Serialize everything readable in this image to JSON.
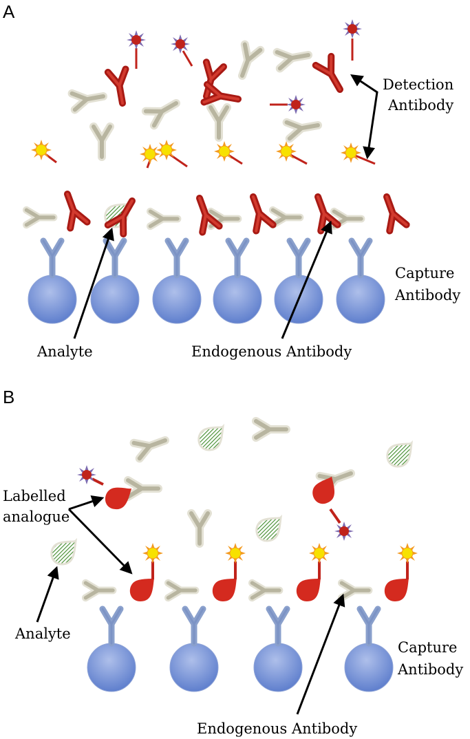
{
  "panel_a": {
    "letter": "A",
    "detection_label_line1": "Detection",
    "detection_label_line2": "Antibody",
    "capture_label_line1": "Capture",
    "capture_label_line2": "Antibody",
    "analyte_label": "Analyte",
    "endogenous_label": "Endogenous Antibody"
  },
  "panel_b": {
    "letter": "B",
    "labelled_line1": "Labelled",
    "labelled_line2": "analogue",
    "analyte_label": "Analyte",
    "capture_label_line1": "Capture",
    "capture_label_line2": "Antibody",
    "endogenous_label": "Endogenous Antibody"
  },
  "colors": {
    "capture_antibody": "#7f97c8",
    "bead": "#6f8fd6",
    "detection_antibody": "#c0231b",
    "endogenous_antibody": "#c9c6b3",
    "analyte": "#3f8a2a",
    "label_sun": "#f7e100",
    "label_star": "#c0231b"
  }
}
